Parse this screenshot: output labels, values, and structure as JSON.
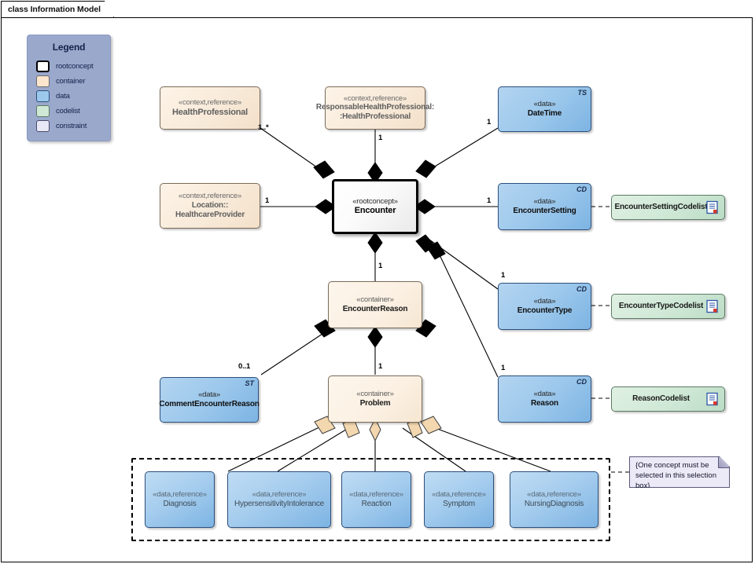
{
  "diagram": {
    "title": "class Information Model",
    "legend": {
      "title": "Legend",
      "items": [
        {
          "label": "rootconcept",
          "color": "#ffffff"
        },
        {
          "label": "container",
          "color": "#fbe5cd"
        },
        {
          "label": "data",
          "color": "#9cc8ec"
        },
        {
          "label": "codelist",
          "color": "#cfe8d6"
        },
        {
          "label": "constraint",
          "color": "#e8e8f6"
        }
      ]
    },
    "nodes": {
      "health_professional": {
        "stereotype": "«context,reference»",
        "name": "HealthProfessional",
        "kind": "context"
      },
      "responsable_hp": {
        "stereotype": "«context,reference»",
        "name": "ResponsableHealthProfessional:",
        "name2": ":HealthProfessional",
        "kind": "context"
      },
      "location": {
        "stereotype": "«context,reference»",
        "name": "Location::",
        "name2": "HealthcareProvider",
        "kind": "context"
      },
      "encounter": {
        "stereotype": "«rootconcept»",
        "name": "Encounter",
        "kind": "rootconcept"
      },
      "datetime": {
        "stereotype": "«data»",
        "name": "DateTime",
        "type_tag": "TS",
        "kind": "data"
      },
      "encounter_setting": {
        "stereotype": "«data»",
        "name": "EncounterSetting",
        "type_tag": "CD",
        "kind": "data"
      },
      "encounter_type": {
        "stereotype": "«data»",
        "name": "EncounterType",
        "type_tag": "CD",
        "kind": "data"
      },
      "reason": {
        "stereotype": "«data»",
        "name": "Reason",
        "type_tag": "CD",
        "kind": "data"
      },
      "encounter_reason": {
        "stereotype": "«container»",
        "name": "EncounterReason",
        "kind": "container"
      },
      "problem": {
        "stereotype": "«container»",
        "name": "Problem",
        "kind": "container"
      },
      "comment_encounter_reason": {
        "stereotype": "«data»",
        "name": "CommentEncounterReason",
        "type_tag": "ST",
        "kind": "data"
      },
      "encounter_setting_codelist": {
        "name": "EncounterSettingCodelist",
        "kind": "codelist"
      },
      "encounter_type_codelist": {
        "name": "EncounterTypeCodelist",
        "kind": "codelist"
      },
      "reason_codelist": {
        "name": "ReasonCodelist",
        "kind": "codelist"
      },
      "diagnosis": {
        "stereotype": "«data,reference»",
        "name": "Diagnosis",
        "kind": "data-reference"
      },
      "hypersensitivity": {
        "stereotype": "«data,reference»",
        "name": "HypersensitivityIntolerance",
        "kind": "data-reference"
      },
      "reaction": {
        "stereotype": "«data,reference»",
        "name": "Reaction",
        "kind": "data-reference"
      },
      "symptom": {
        "stereotype": "«data,reference»",
        "name": "Symptom",
        "kind": "data-reference"
      },
      "nursing_diagnosis": {
        "stereotype": "«data,reference»",
        "name": "NursingDiagnosis",
        "kind": "data-reference"
      }
    },
    "multiplicities": {
      "hp_to_encounter": "1..*",
      "responsable_to_encounter": "1",
      "location_to_encounter": "1",
      "encounter_to_datetime": "1",
      "encounter_to_setting": "1",
      "encounter_to_type": "1",
      "encounter_to_reason_data": "1",
      "encounter_to_encounterreason": "1",
      "encounterreason_to_comment": "0..1",
      "encounterreason_to_problem": "1"
    },
    "note": {
      "line1": "{One concept must be",
      "line2": "selected in this selection box}"
    },
    "icons": {
      "codelist_doc": "document-icon"
    }
  }
}
